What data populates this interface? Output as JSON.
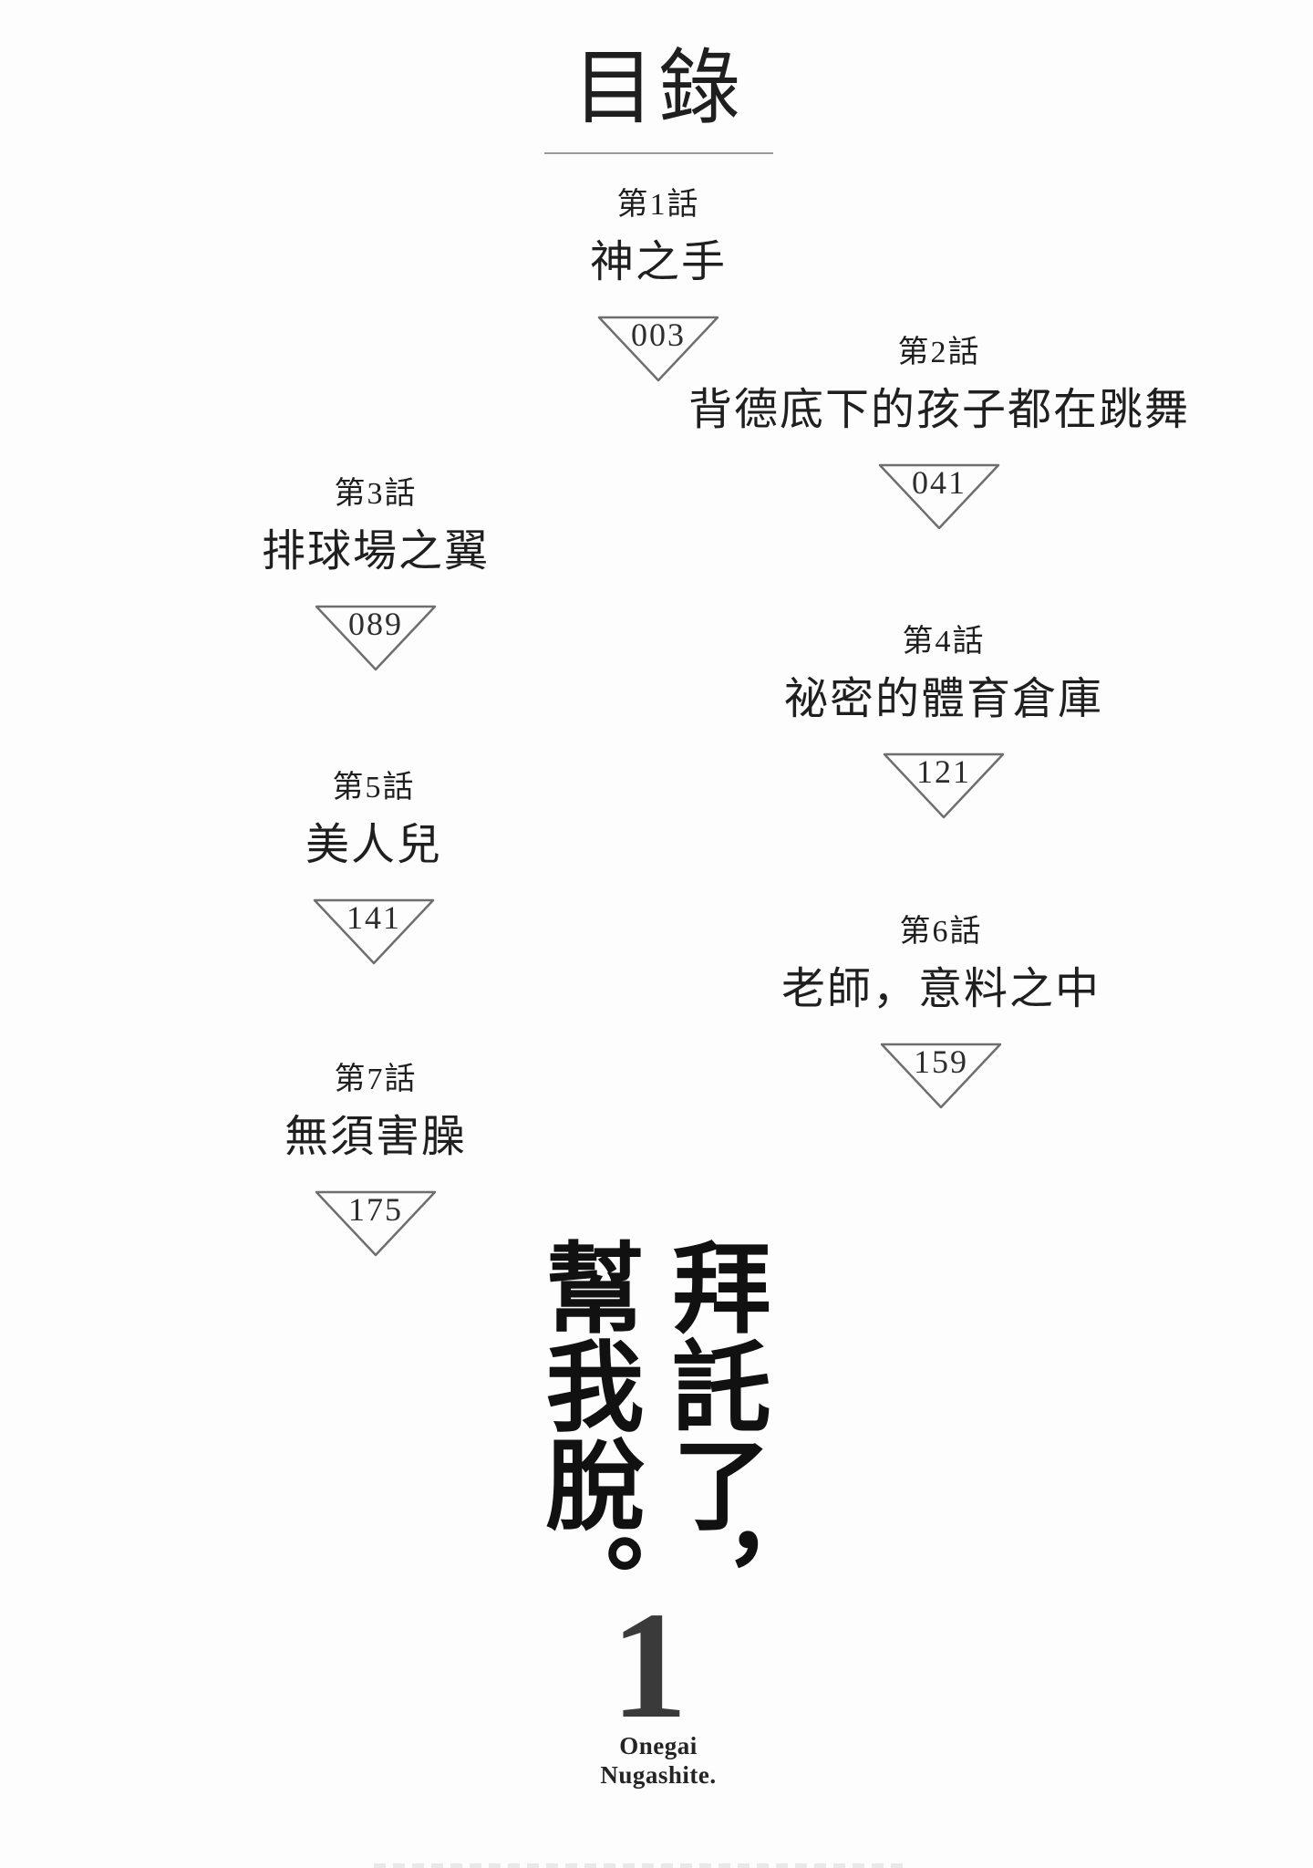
{
  "page": {
    "title": "目錄",
    "volume_number": "1",
    "romaji_line1": "Onegai",
    "romaji_line2": "Nugashite.",
    "series_title_vertical": {
      "column_right": "拜託了，",
      "column_left": "幫我脫。"
    }
  },
  "chapters": [
    {
      "label": "第1話",
      "title": "神之手",
      "page": "003"
    },
    {
      "label": "第2話",
      "title": "背德底下的孩子都在跳舞",
      "page": "041"
    },
    {
      "label": "第3話",
      "title": "排球場之翼",
      "page": "089"
    },
    {
      "label": "第4話",
      "title": "祕密的體育倉庫",
      "page": "121"
    },
    {
      "label": "第5話",
      "title": "美人兒",
      "page": "141"
    },
    {
      "label": "第6話",
      "title": "老師，意料之中",
      "page": "159"
    },
    {
      "label": "第7話",
      "title": "無須害臊",
      "page": "175"
    }
  ],
  "colors": {
    "background": "#fdfdfd",
    "text": "#1f1f1f",
    "triangle_outline": "#6e6e6e",
    "divider": "#9a9a9a",
    "volume_number": "#3a3a3a"
  }
}
